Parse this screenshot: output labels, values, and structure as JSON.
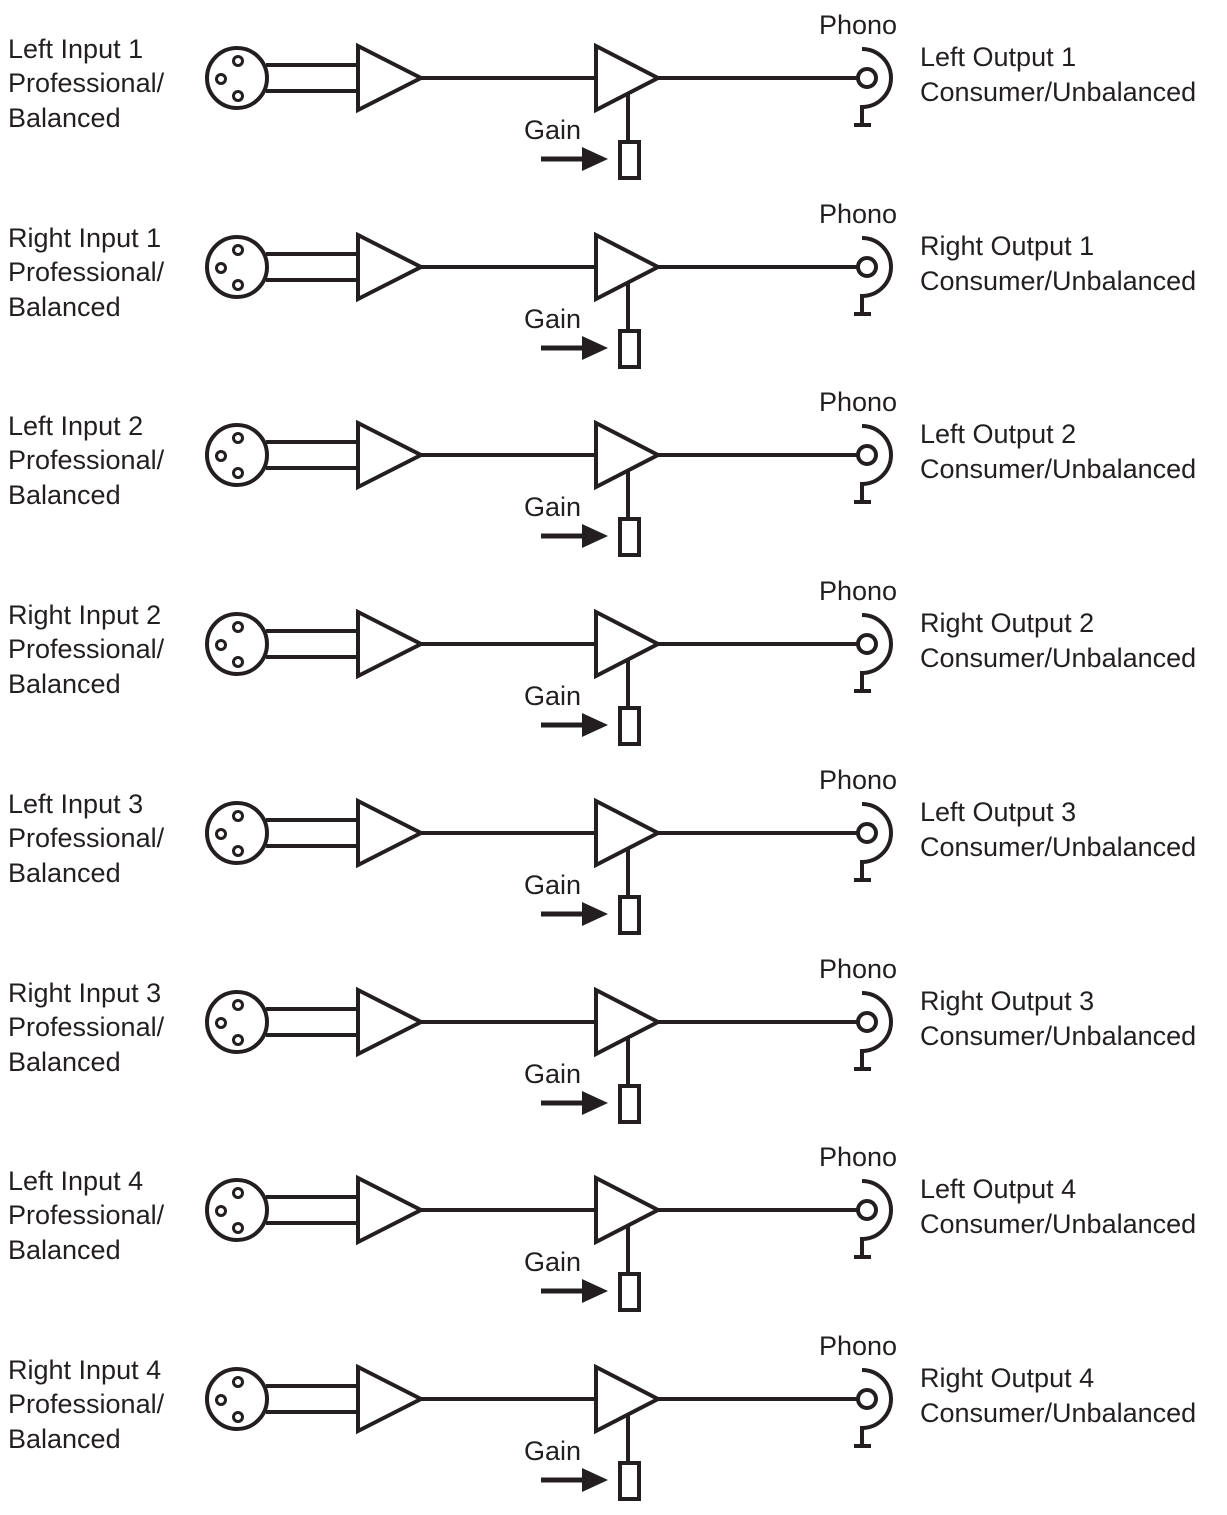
{
  "title": "Professional balanced to consumer unbalanced converter block diagram",
  "colors": {
    "ink": "#231f20",
    "background": "#ffffff"
  },
  "labels": {
    "phono": "Phono",
    "gain": "Gain"
  },
  "channels": [
    {
      "input_name": "Left Input 1",
      "input_type_1": "Professional/",
      "input_type_2": "Balanced",
      "output_name": "Left Output 1",
      "output_type": "Consumer/Unbalanced"
    },
    {
      "input_name": "Right Input 1",
      "input_type_1": "Professional/",
      "input_type_2": "Balanced",
      "output_name": "Right Output 1",
      "output_type": "Consumer/Unbalanced"
    },
    {
      "input_name": "Left Input 2",
      "input_type_1": "Professional/",
      "input_type_2": "Balanced",
      "output_name": "Left Output 2",
      "output_type": "Consumer/Unbalanced"
    },
    {
      "input_name": "Right Input 2",
      "input_type_1": "Professional/",
      "input_type_2": "Balanced",
      "output_name": "Right Output 2",
      "output_type": "Consumer/Unbalanced"
    },
    {
      "input_name": "Left Input 3",
      "input_type_1": "Professional/",
      "input_type_2": "Balanced",
      "output_name": "Left Output 3",
      "output_type": "Consumer/Unbalanced"
    },
    {
      "input_name": "Right Input 3",
      "input_type_1": "Professional/",
      "input_type_2": "Balanced",
      "output_name": "Right Output 3",
      "output_type": "Consumer/Unbalanced"
    },
    {
      "input_name": "Left Input 4",
      "input_type_1": "Professional/",
      "input_type_2": "Balanced",
      "output_name": "Left Output 4",
      "output_type": "Consumer/Unbalanced"
    },
    {
      "input_name": "Right Input 4",
      "input_type_1": "Professional/",
      "input_type_2": "Balanced",
      "output_name": "Right Output 4",
      "output_type": "Consumer/Unbalanced"
    }
  ],
  "icons": {
    "input_connector": "xlr-connector-icon",
    "input_amplifier": "buffer-amplifier-icon",
    "output_amplifier": "gain-amplifier-icon",
    "gain_control": "gain-potentiometer-icon",
    "gain_arrow": "arrow-right-icon",
    "output_connector": "phono-jack-icon"
  }
}
